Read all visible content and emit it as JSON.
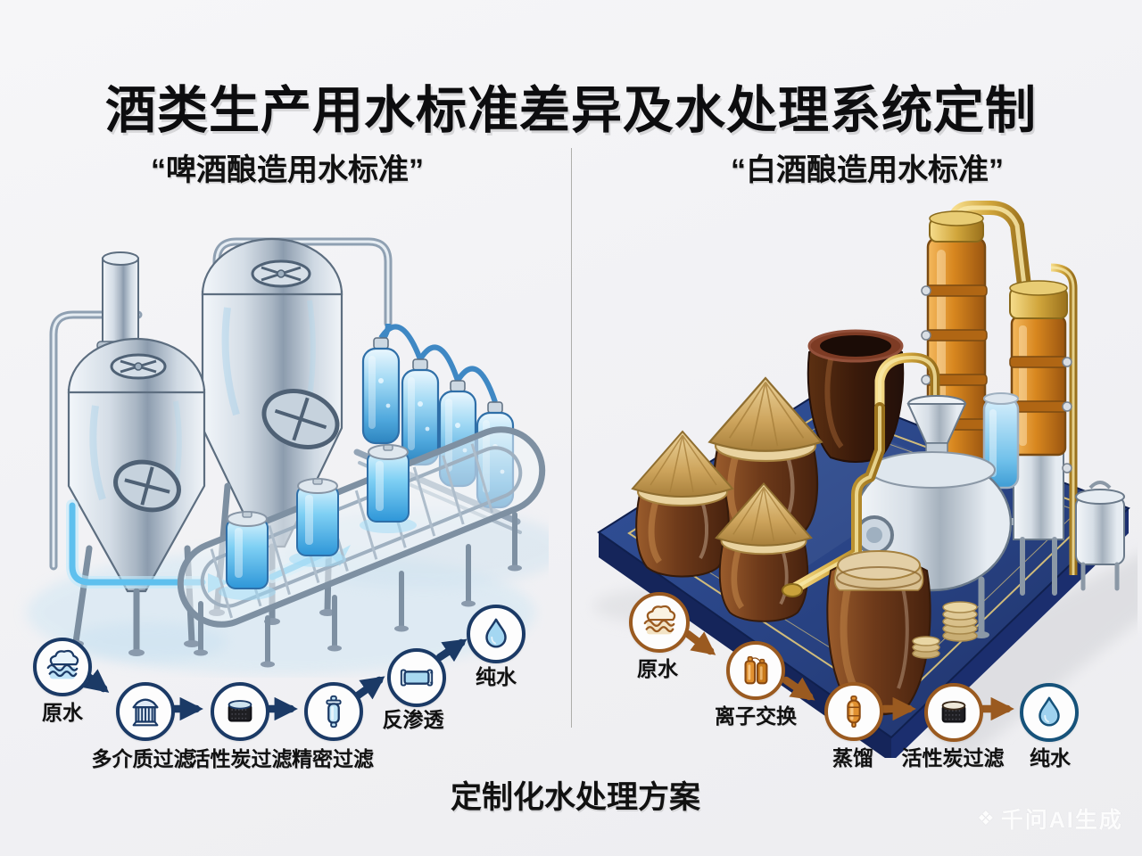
{
  "title": "酒类生产用水标准差异及水处理系统定制",
  "sections": {
    "beer": {
      "heading": "“啤酒酿造用水标准”"
    },
    "baijiu": {
      "heading": "“白酒酿造用水标准”"
    }
  },
  "flows": {
    "beer": {
      "accent": "#1b3a66",
      "steps": [
        {
          "label": "原水",
          "icon": "raw-water-icon"
        },
        {
          "label": "多介质过滤",
          "icon": "multimedia-filter-icon"
        },
        {
          "label": "活性炭过滤",
          "icon": "carbon-filter-icon"
        },
        {
          "label": "精密过滤",
          "icon": "precision-filter-icon"
        },
        {
          "label": "反渗透",
          "icon": "ro-membrane-icon"
        },
        {
          "label": "纯水",
          "icon": "pure-water-drop-icon"
        }
      ]
    },
    "baijiu": {
      "accent": "#9a5a20",
      "steps": [
        {
          "label": "原水",
          "icon": "raw-water-icon"
        },
        {
          "label": "离子交换",
          "icon": "ion-exchange-icon"
        },
        {
          "label": "蒸馏",
          "icon": "distillation-icon"
        },
        {
          "label": "活性炭过滤",
          "icon": "carbon-filter-icon"
        },
        {
          "label": "纯水",
          "icon": "pure-water-drop-icon"
        }
      ]
    }
  },
  "footer": {
    "caption": "定制化水处理方案"
  },
  "watermark": {
    "text": "千问AI生成"
  },
  "colors": {
    "beer_accent": "#1b3a66",
    "baijiu_accent": "#9a5a20",
    "pure_water_ring": "#16527a",
    "platform_blue": "#2b4a8e",
    "gold_trim": "#d9c27a",
    "water_blue": "#7fc4e8",
    "amber": "#d8871f"
  }
}
